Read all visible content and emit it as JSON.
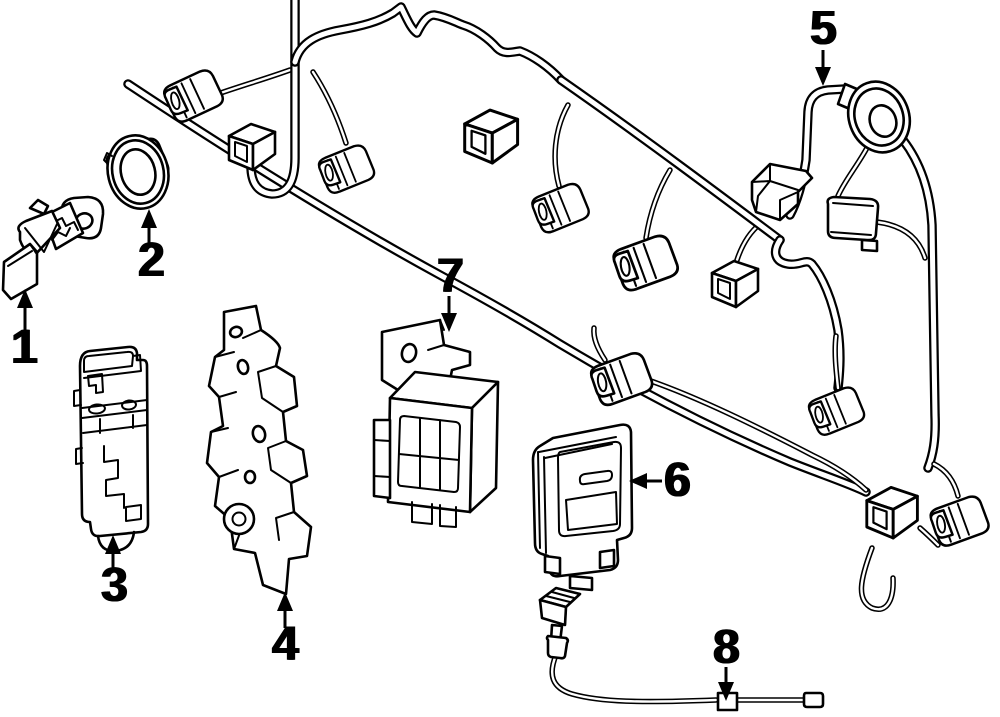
{
  "figure": {
    "kind": "automotive-parts-line-diagram",
    "background_color": "#ffffff",
    "ink_color": "#000000",
    "callouts": [
      {
        "number": "1"
      },
      {
        "number": "2"
      },
      {
        "number": "3"
      },
      {
        "number": "4"
      },
      {
        "number": "5"
      },
      {
        "number": "6"
      },
      {
        "number": "7"
      },
      {
        "number": "8"
      }
    ]
  }
}
